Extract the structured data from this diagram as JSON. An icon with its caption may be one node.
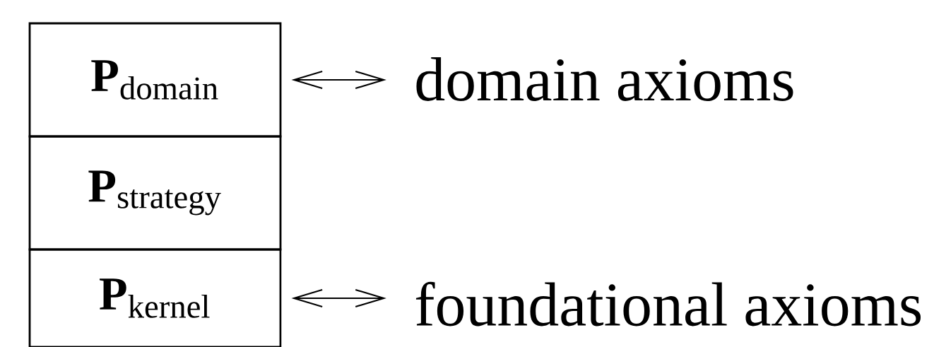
{
  "diagram": {
    "nodes": [
      {
        "text": [
          "**P**$_{domain}$"
        ]
      },
      {
        "text": [
          "**P**$_{strategy}$"
        ]
      },
      {
        "text": [
          "**P**$_{kernel}$"
        ]
      },
      {
        "text": [
          "domain axioms"
        ]
      },
      {
        "text": [
          "foundational axioms"
        ]
      }
    ],
    "edges": [
      {
        "from": 0,
        "to": 3,
        "arrow": "both"
      },
      {
        "from": 2,
        "to": 4,
        "arrow": "both"
      }
    ]
  }
}
